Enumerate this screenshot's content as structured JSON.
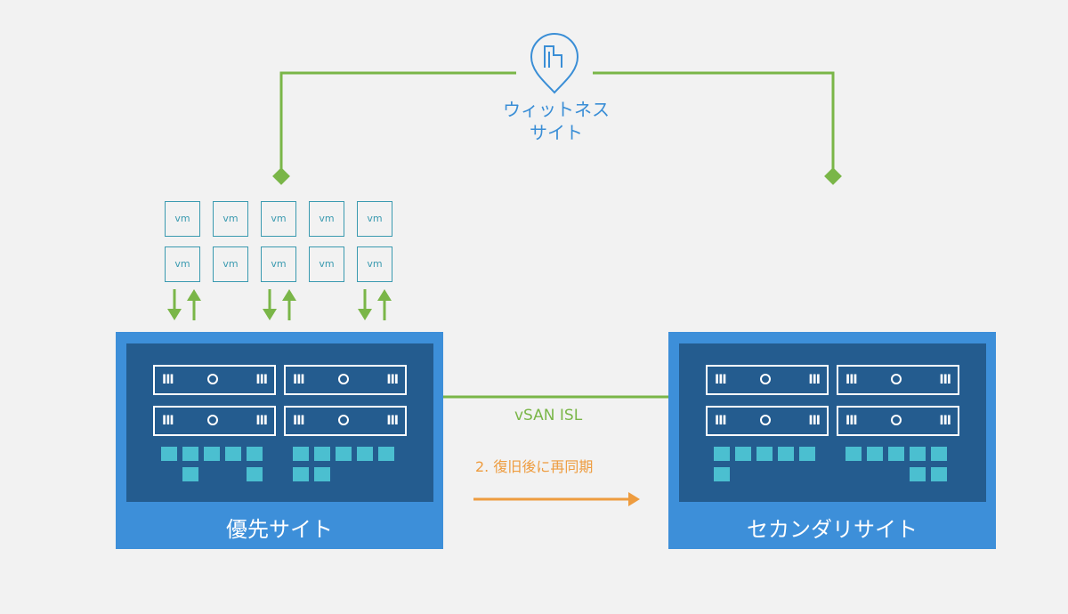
{
  "witness": {
    "label_line1": "ウィットネス",
    "label_line2": "サイト",
    "icon": "building-pin-icon"
  },
  "primary_site": {
    "label": "優先サイト"
  },
  "secondary_site": {
    "label": "セカンダリサイト"
  },
  "isl": {
    "label": "vSAN ISL"
  },
  "resync": {
    "label": "2. 復旧後に再同期"
  },
  "vm_label": "vm",
  "colors": {
    "background": "#f2f2f2",
    "site_outer": "#3d8fd9",
    "site_inner": "#245c8f",
    "link_green": "#7ab648",
    "resync_orange": "#ee9c3f",
    "witness_blue": "#3a8ed6",
    "vm_teal": "#3a9ab0",
    "disk_cyan": "#4bbfd0"
  }
}
